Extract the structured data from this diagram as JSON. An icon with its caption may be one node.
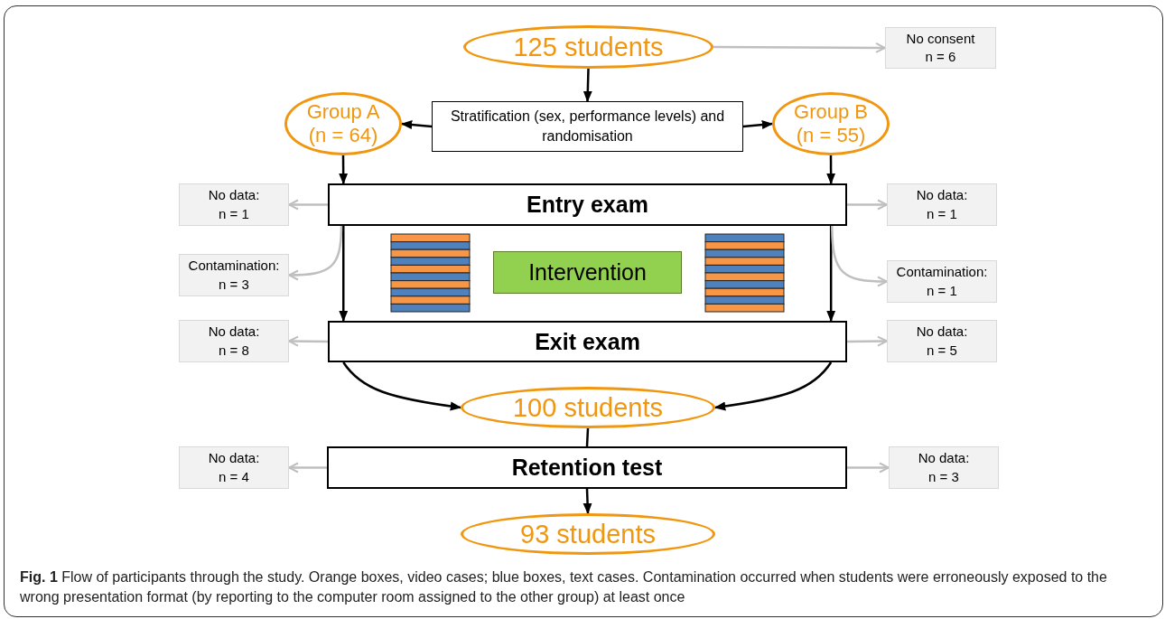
{
  "diagram": {
    "caption": "**Fig. 1** Flow of participants through the study. Orange boxes, video cases; blue boxes, text cases. Contamination occurred when students were erroneously exposed to the wrong presentation format (by reporting to the computer room assigned to the other group) at least once",
    "nodes": [
      {
        "text": [
          "125 students"
        ]
      },
      {
        "text": [
          "No consent n = 6"
        ]
      },
      {
        "text": [
          "Stratification (sex, performance levels) and randomisation"
        ]
      },
      {
        "text": [
          "Group A (n = 64)"
        ]
      },
      {
        "text": [
          "Group B (n = 55)"
        ]
      },
      {
        "text": [
          "Entry exam"
        ]
      },
      {
        "text": [
          "No data: n = 1"
        ]
      },
      {
        "text": [
          "No data: n = 1"
        ]
      },
      {
        "text": [
          "Intervention"
        ]
      },
      {
        "text": [
          "Contamination: n = 3"
        ]
      },
      {
        "text": [
          "Contamination: n = 1"
        ]
      },
      {
        "text": [
          "Exit exam"
        ]
      },
      {
        "text": [
          "No data: n = 8"
        ]
      },
      {
        "text": [
          "No data: n = 5"
        ]
      },
      {
        "text": [
          "100 students"
        ]
      },
      {
        "text": [
          "Retention test"
        ]
      },
      {
        "text": [
          "No data: n = 4"
        ]
      },
      {
        "text": [
          "No data: n = 3"
        ]
      },
      {
        "text": [
          "93 students"
        ]
      }
    ],
    "edges": [
      {
        "from": 0,
        "to": 1,
        "arrow": "to",
        "color": "#bfbfbf"
      },
      {
        "from": 0,
        "to": 2,
        "arrow": "to"
      },
      {
        "from": 2,
        "to": 3,
        "arrow": "to"
      },
      {
        "from": 2,
        "to": 4,
        "arrow": "to"
      },
      {
        "from": 3,
        "to": 5,
        "arrow": "to"
      },
      {
        "from": 4,
        "to": 5,
        "arrow": "to"
      },
      {
        "from": 5,
        "to": 6,
        "arrow": "to",
        "color": "#bfbfbf"
      },
      {
        "from": 5,
        "to": 7,
        "arrow": "to",
        "color": "#bfbfbf"
      },
      {
        "from": 5,
        "to": 11,
        "arrow": "to"
      },
      {
        "from": 5,
        "to": 11,
        "arrow": "to"
      },
      {
        "from": 5,
        "to": 9,
        "arrow": "to",
        "color": "#bfbfbf"
      },
      {
        "from": 5,
        "to": 10,
        "arrow": "to",
        "color": "#bfbfbf"
      },
      {
        "from": 11,
        "to": 12,
        "arrow": "to",
        "color": "#bfbfbf"
      },
      {
        "from": 11,
        "to": 13,
        "arrow": "to",
        "color": "#bfbfbf"
      },
      {
        "from": 11,
        "to": 14,
        "arrow": "to"
      },
      {
        "from": 11,
        "to": 14,
        "arrow": "to"
      },
      {
        "from": 14,
        "to": 15,
        "arrow": "none"
      },
      {
        "from": 15,
        "to": 16,
        "arrow": "to",
        "color": "#bfbfbf"
      },
      {
        "from": 15,
        "to": 17,
        "arrow": "to",
        "color": "#bfbfbf"
      },
      {
        "from": 15,
        "to": 18,
        "arrow": "to"
      }
    ]
  }
}
